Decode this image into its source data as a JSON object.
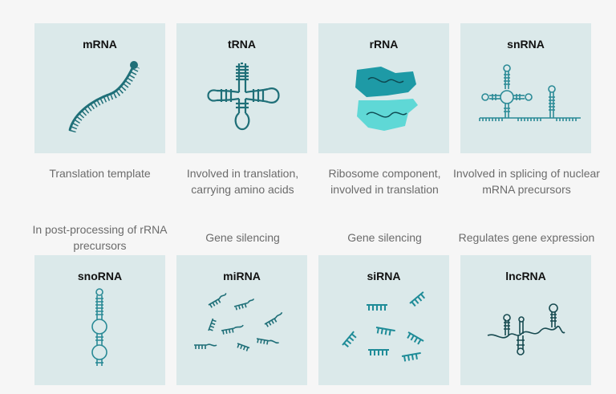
{
  "colors": {
    "card_bg": "#dbe9ea",
    "page_bg": "#f6f6f6",
    "dark_teal": "#1f6f78",
    "teal": "#2aa3b0",
    "light_teal": "#5fd8d6",
    "text_gray": "#6b6b6b"
  },
  "cards": [
    {
      "title": "mRNA",
      "description": "Translation template",
      "icon": "mrna-strand-icon"
    },
    {
      "title": "tRNA",
      "description": "Involved in translation, carrying amino acids",
      "icon": "trna-cloverleaf-icon"
    },
    {
      "title": "rRNA",
      "description": "Ribosome component, involved in translation",
      "icon": "ribosome-subunits-icon"
    },
    {
      "title": "snRNA",
      "description": "Involved in splicing of nuclear mRNA precursors",
      "icon": "snrna-structure-icon"
    },
    {
      "title": "snoRNA",
      "description": "In post-processing of rRNA precursors",
      "icon": "snorna-hairpin-icon"
    },
    {
      "title": "miRNA",
      "description": "Gene silencing",
      "icon": "mirna-fragments-icon"
    },
    {
      "title": "siRNA",
      "description": "Gene silencing",
      "icon": "sirna-duplexes-icon"
    },
    {
      "title": "lncRNA",
      "description": "Regulates gene expression",
      "icon": "lncrna-strand-icon"
    }
  ]
}
